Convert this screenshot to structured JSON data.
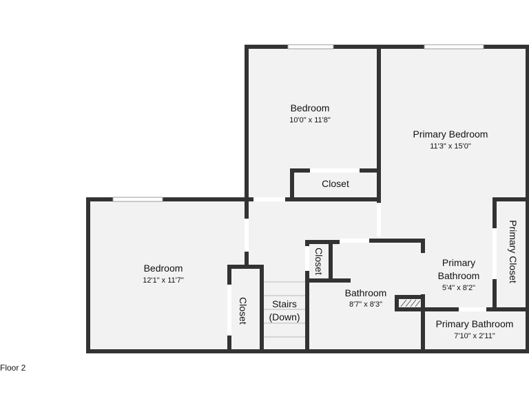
{
  "floor_label": "Floor 2",
  "rooms": {
    "bedroom_top": {
      "name": "Bedroom",
      "dims": "10'0\" x 11'8\""
    },
    "primary_bedroom": {
      "name": "Primary Bedroom",
      "dims": "11'3\" x 15'0\""
    },
    "closet_top": {
      "name": "Closet"
    },
    "bedroom_left": {
      "name": "Bedroom",
      "dims": "12'1\" x 11'7\""
    },
    "closet_small": {
      "name": "Closet"
    },
    "closet_left": {
      "name": "Closet"
    },
    "stairs": {
      "line1": "Stairs",
      "line2": "(Down)"
    },
    "bathroom": {
      "name": "Bathroom",
      "dims": "8'7\" x 8'3\""
    },
    "primary_bath_mid": {
      "line1": "Primary",
      "line2": "Bathroom",
      "dims": "5'4\" x 8'2\""
    },
    "primary_closet": {
      "name": "Primary Closet"
    },
    "primary_bath_bottom": {
      "name": "Primary Bathroom",
      "dims": "7'10\" x 2'11\""
    }
  },
  "colors": {
    "wall": "#333333",
    "floor": "#f2f2f2",
    "window": "#cccccc"
  }
}
